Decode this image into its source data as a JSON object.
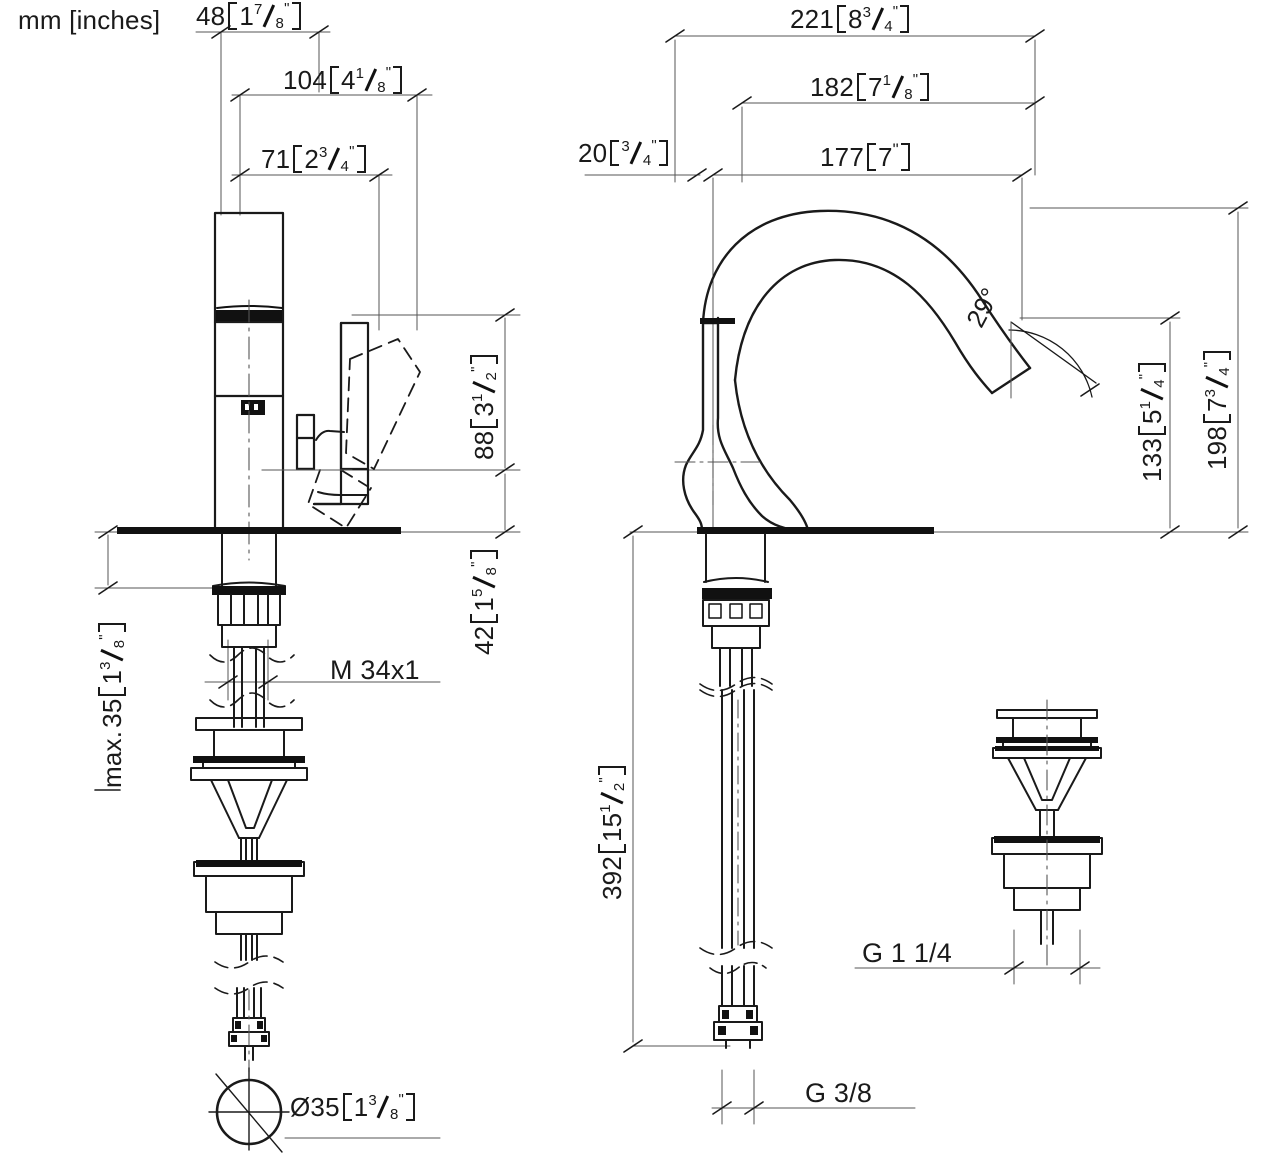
{
  "drawing": {
    "type": "technical-dimension-drawing",
    "subject": "single-lever basin mixer faucet with pop-up waste",
    "unit_note": "mm [inches]",
    "views": [
      {
        "name": "side-view-left",
        "description": "square-body single lever mixer, side elevation with shank and mounting hardware"
      },
      {
        "name": "front-view-right",
        "description": "arched C-spout mixer front elevation with flexible hoses"
      },
      {
        "name": "detail-bottom-left",
        "description": "mounting hole circle detail"
      },
      {
        "name": "detail-lower-right",
        "description": "pop-up waste drain assembly"
      }
    ]
  },
  "labels": {
    "units": "mm [inches]",
    "left": {
      "d48": {
        "mm": "48",
        "inch_whole": "1",
        "inch_num": "7",
        "inch_den": "8"
      },
      "d104": {
        "mm": "104",
        "inch_whole": "4",
        "inch_num": "1",
        "inch_den": "8"
      },
      "d71": {
        "mm": "71",
        "inch_whole": "2",
        "inch_num": "3",
        "inch_den": "4"
      },
      "d88": {
        "mm": "88",
        "inch_whole": "3",
        "inch_num": "1",
        "inch_den": "2"
      },
      "d42": {
        "mm": "42",
        "inch_whole": "1",
        "inch_num": "5",
        "inch_den": "8"
      },
      "dmax35": {
        "prefix": "max. ",
        "mm": "35",
        "inch_whole": "1",
        "inch_num": "3",
        "inch_den": "8"
      },
      "thread_m34": "M 34x1",
      "dia35": {
        "sym": "Ø35",
        "inch_whole": "1",
        "inch_num": "3",
        "inch_den": "8"
      }
    },
    "right": {
      "d221": {
        "mm": "221",
        "inch_whole": "8",
        "inch_num": "3",
        "inch_den": "4"
      },
      "d182": {
        "mm": "182",
        "inch_whole": "7",
        "inch_num": "1",
        "inch_den": "8"
      },
      "d177": {
        "mm": "177",
        "inch_whole": "7",
        "inch_num": "",
        "inch_den": ""
      },
      "d20": {
        "mm": "20",
        "inch_whole": "",
        "inch_num": "3",
        "inch_den": "4"
      },
      "d198": {
        "mm": "198",
        "inch_whole": "7",
        "inch_num": "3",
        "inch_den": "4"
      },
      "d133": {
        "mm": "133",
        "inch_whole": "5",
        "inch_num": "1",
        "inch_den": "4"
      },
      "d392": {
        "mm": "392",
        "inch_whole": "15",
        "inch_num": "1",
        "inch_den": "2"
      },
      "angle29": "29°",
      "thread_g114": "G 1 1/4",
      "thread_g38": "G 3/8"
    }
  },
  "colors": {
    "line": "#1a1a1a",
    "thin": "#666666",
    "background": "#ffffff"
  }
}
